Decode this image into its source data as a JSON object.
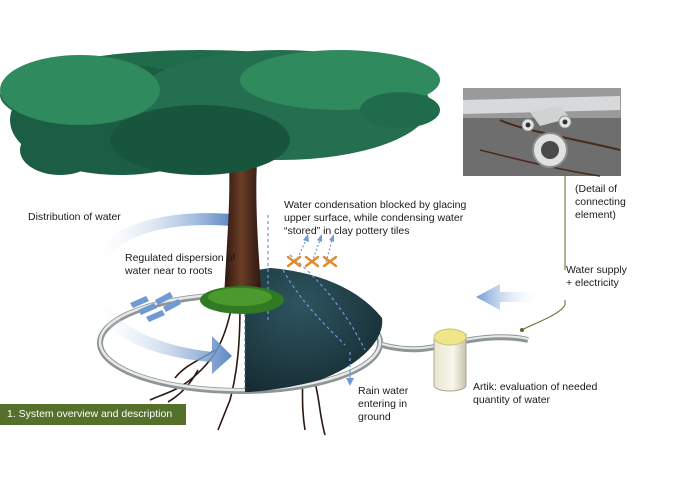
{
  "labels": {
    "distribution": "Distribution of water",
    "regulated": "Regulated dispersion of\nwater near to roots",
    "condensation": "Water condensation blocked by glacing\nupper surface, while condensing water\n“stored” in clay pottery tiles",
    "detail": "(Detail of\nconnecting\nelement)",
    "supply": "Water supply\n+ electricity",
    "rain": "Rain water\nentering in\nground",
    "artik": "Artik: evaluation of needed\nquantity of water"
  },
  "caption": "1. System overview and description",
  "colors": {
    "leaf": "#1f6b4c",
    "leaf_light": "#2f8a5e",
    "trunk": "#4a2a1c",
    "disc": "#1f3a44",
    "pipe": "#c9cccd",
    "arrow": "#5b87c4",
    "cross": "#e08a2c",
    "caption_bg": "#55702a",
    "grass": "#2f7a22"
  }
}
